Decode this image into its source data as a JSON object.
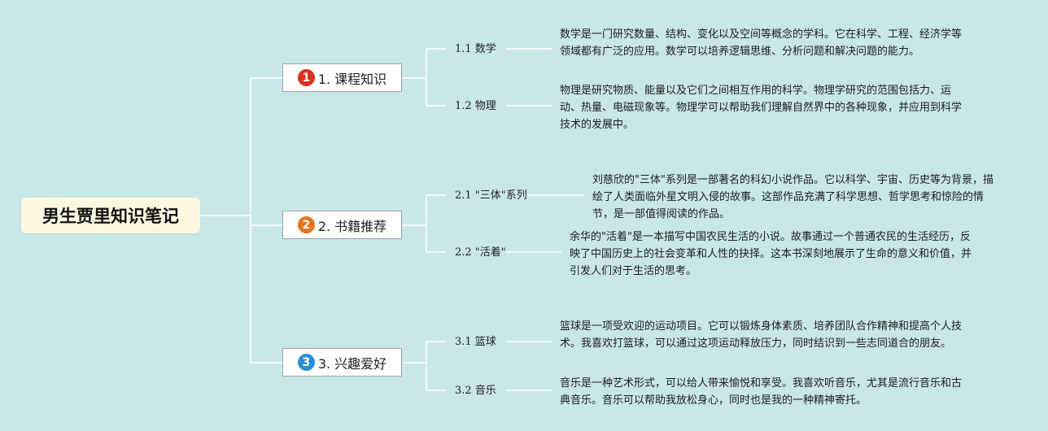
{
  "root": {
    "label": "男生贾里知识笔记"
  },
  "branches": [
    {
      "number": "1",
      "label": "1. 课程知识",
      "badge_color": "#d9321e",
      "children": [
        {
          "label": "1.1 数学",
          "description": "数学是一门研究数量、结构、变化以及空间等概念的学科。它在科学、工程、经济学等领域都有广泛的应用。数学可以培养逻辑思维、分析问题和解决问题的能力。"
        },
        {
          "label": "1.2 物理",
          "description": "物理是研究物质、能量以及它们之间相互作用的科学。物理学研究的范围包括力、运动、热量、电磁现象等。物理学可以帮助我们理解自然界中的各种现象，并应用到科学技术的发展中。"
        }
      ]
    },
    {
      "number": "2",
      "label": "2. 书籍推荐",
      "badge_color": "#e8731d",
      "children": [
        {
          "label": "2.1 \"三体\"系列",
          "description": "刘慈欣的\"三体\"系列是一部著名的科幻小说作品。它以科学、宇宙、历史等为背景，描绘了人类面临外星文明入侵的故事。这部作品充满了科学思想、哲学思考和惊险的情节，是一部值得阅读的作品。"
        },
        {
          "label": "2.2 \"活着\"",
          "description": "余华的\"活着\"是一本描写中国农民生活的小说。故事通过一个普通农民的生活经历，反映了中国历史上的社会变革和人性的抉择。这本书深刻地展示了生命的意义和价值，并引发人们对于生活的思考。"
        }
      ]
    },
    {
      "number": "3",
      "label": "3. 兴趣爱好",
      "badge_color": "#2a8fd4",
      "children": [
        {
          "label": "3.1 篮球",
          "description": "篮球是一项受欢迎的运动项目。它可以锻炼身体素质、培养团队合作精神和提高个人技术。我喜欢打篮球，可以通过这项运动释放压力，同时结识到一些志同道合的朋友。"
        },
        {
          "label": "3.2 音乐",
          "description": "音乐是一种艺术形式，可以给人带来愉悦和享受。我喜欢听音乐，尤其是流行音乐和古典音乐。音乐可以帮助我放松身心，同时也是我的一种精神寄托。"
        }
      ]
    }
  ],
  "colors": {
    "line": "#ffffff",
    "background": "#c9e6e8",
    "root_fill": "#fdf8e1"
  }
}
